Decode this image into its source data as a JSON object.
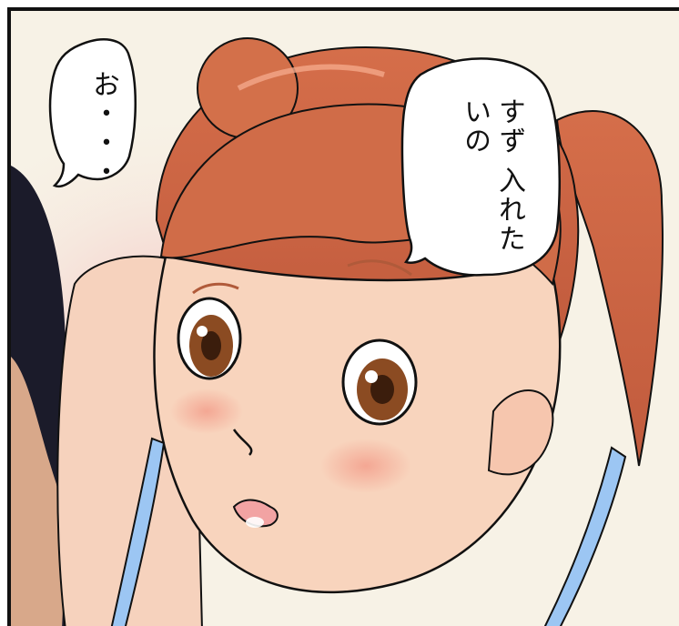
{
  "panel": {
    "speech": {
      "left": {
        "lines": [
          "お・・・"
        ]
      },
      "right": {
        "lines": [
          "すず",
          "入れたいの"
        ]
      }
    },
    "colors": {
      "background": "#f7f2e6",
      "hair": "#d9744e",
      "skin": "#f6cfb4",
      "eye": "#8b4b22",
      "strap": "#9cc6f3"
    }
  }
}
